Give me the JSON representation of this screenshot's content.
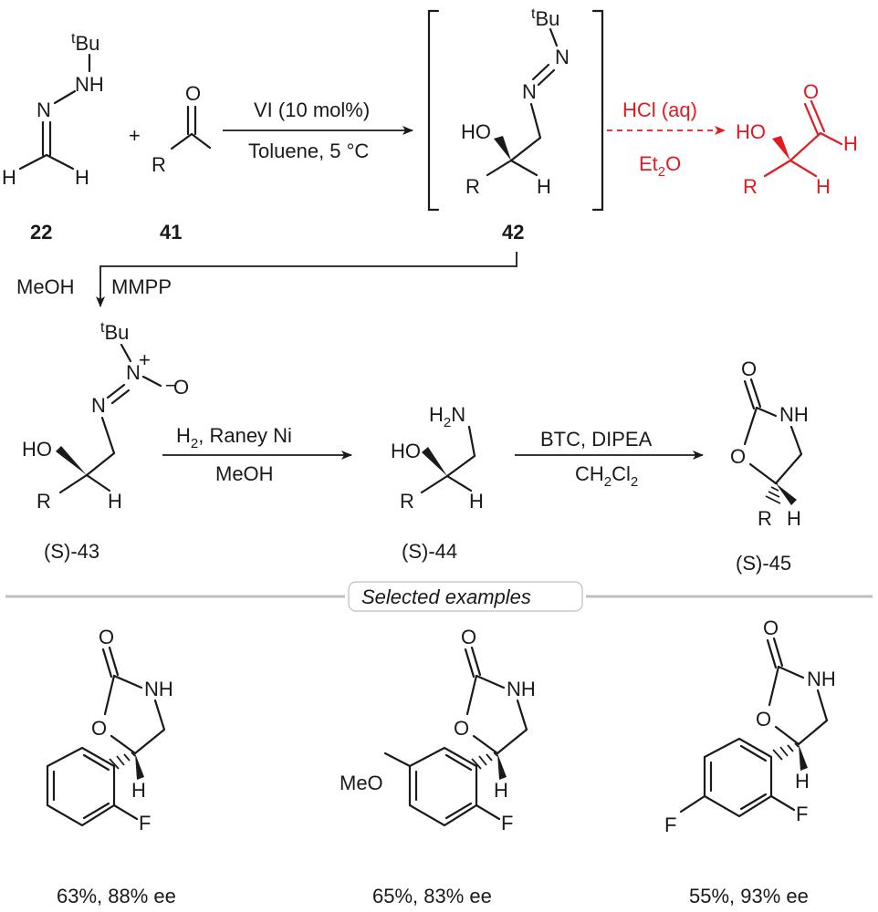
{
  "top_row": {
    "reagent_over_arrow": "VI",
    "reagent_loading": " (10 mol%)",
    "conditions_under_arrow": "Toluene, 5 °C",
    "plus_sign": "+",
    "red_reagent": "HCl (aq)",
    "red_solvent": "Et",
    "red_solvent_sub": "2",
    "red_solvent_tail": "O"
  },
  "compounds": {
    "c22": {
      "number": "22",
      "tbu": "t",
      "bu": "Bu",
      "nh": "NH",
      "n": "N",
      "h1": "H",
      "h2": "H"
    },
    "c41": {
      "number": "41",
      "o": "O",
      "r": "R"
    },
    "c42": {
      "number": "42",
      "tbu": "t",
      "bu": "Bu",
      "n1": "N",
      "n2": "N",
      "ho": "HO",
      "r": "R",
      "h": "H"
    },
    "product_red": {
      "ho": "HO",
      "o": "O",
      "h_ald": "H",
      "r": "R",
      "h": "H"
    },
    "c43": {
      "stereo_open": "(",
      "stereo": "S",
      "stereo_close": ")-",
      "number": "43",
      "tbu": "t",
      "bu": "Bu",
      "n1": "N",
      "n2": "N",
      "ox": "O",
      "ho": "HO",
      "r": "R",
      "h": "H"
    },
    "c44": {
      "stereo_open": "(",
      "stereo": "S",
      "stereo_close": ")-",
      "number": "44",
      "nh2_h": "H",
      "nh2_sub": "2",
      "nh2_n": "N",
      "ho": "HO",
      "r": "R",
      "h": "H"
    },
    "c45": {
      "stereo_open": "(",
      "stereo": "S",
      "stereo_close": ")-",
      "number": "45",
      "o_carbonyl": "O",
      "nh": "NH",
      "o_ring": "O",
      "r": "R",
      "h": "H"
    }
  },
  "steps": {
    "oxidation_solvent": "MeOH",
    "oxidation_reagent": "MMPP",
    "hydrogenation_h": "H",
    "hydrogenation_sub": "2",
    "hydrogenation_cat": ", Raney Ni",
    "hydrogenation_solvent": "MeOH",
    "cyclization_reagents": "BTC, DIPEA",
    "cyclization_solvent_a": "CH",
    "cyclization_solvent_sub1": "2",
    "cyclization_solvent_b": "Cl",
    "cyclization_solvent_sub2": "2"
  },
  "selected_examples": {
    "heading": "Selected examples",
    "items": [
      {
        "yield_ee": "63%, 88% ee",
        "labels": {
          "o": "O",
          "nh": "NH",
          "o_ring": "O",
          "h": "H",
          "f": "F"
        }
      },
      {
        "yield_ee": "65%, 83% ee",
        "labels": {
          "o": "O",
          "nh": "NH",
          "o_ring": "O",
          "h": "H",
          "f": "F",
          "meo": "MeO"
        }
      },
      {
        "yield_ee": "55%, 93% ee",
        "labels": {
          "o": "O",
          "nh": "NH",
          "o_ring": "O",
          "h": "H",
          "f1": "F",
          "f2": "F"
        }
      }
    ]
  },
  "colors": {
    "ink": "#1a1a1a",
    "highlight_red": "#e01b22",
    "separator": "#bfbfbf"
  }
}
